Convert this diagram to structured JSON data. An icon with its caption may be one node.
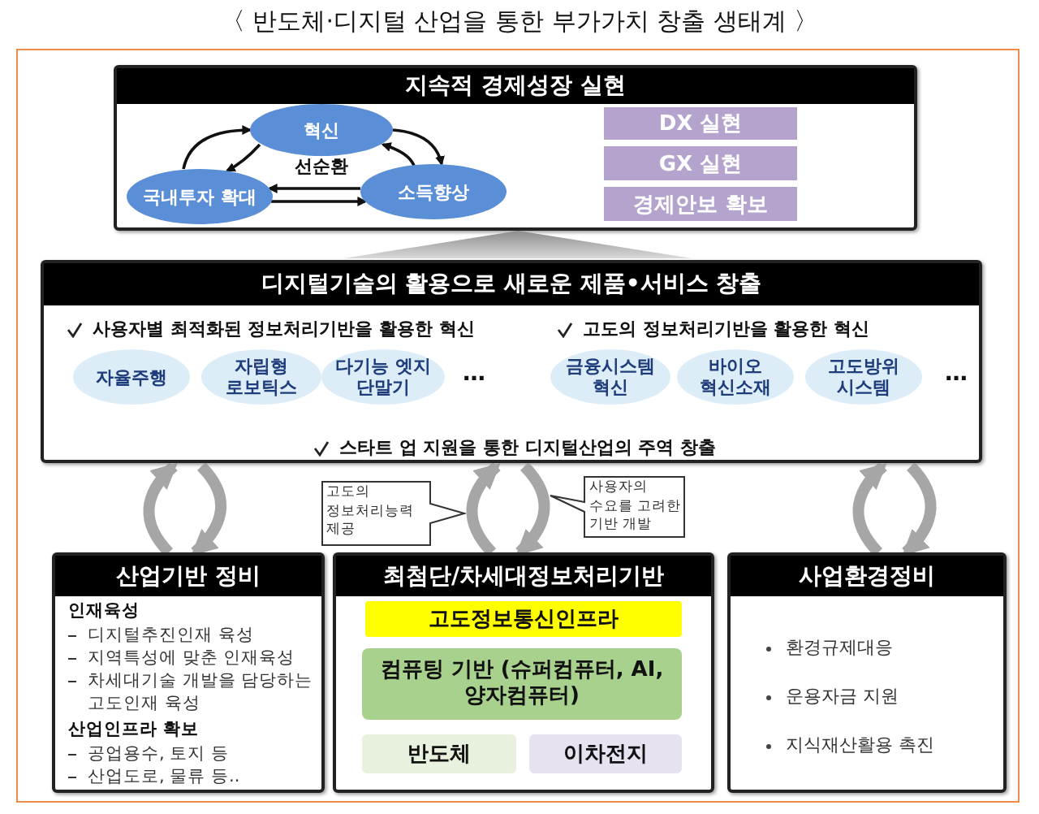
{
  "diagram": {
    "title": "〈 반도체·디지털 산업을 통한 부가가치 창출 생태계 〉",
    "nodes": [
      {
        "text": [
          "지속적 경제성장 실현"
        ]
      },
      {
        "text": [
          "혁신"
        ],
        "in": 0
      },
      {
        "text": [
          "국내투자 확대"
        ],
        "in": 0
      },
      {
        "text": [
          "소득향상"
        ],
        "in": 0
      },
      {
        "text": [
          "DX 실현"
        ],
        "in": 0
      },
      {
        "text": [
          "GX 실현"
        ],
        "in": 0
      },
      {
        "text": [
          "경제안보 확보"
        ],
        "in": 0
      },
      {
        "text": [
          "디지털기술의 활용으로 새로운 제품•서비스 창출",
          "사용자별 최적화된 정보처리기반을 활용한 혁신",
          "고도의 정보처리기반을 활용한 혁신",
          "스타트 업 지원을 통한 디지털산업의 주역 창출"
        ]
      },
      {
        "text": [
          "자율주행"
        ],
        "in": 7
      },
      {
        "text": [
          "자립형 로보틱스"
        ],
        "in": 7
      },
      {
        "text": [
          "다기능 엣지 단말기"
        ],
        "in": 7
      },
      {
        "text": [
          "금융시스템 혁신"
        ],
        "in": 7
      },
      {
        "text": [
          "바이오 혁신소재"
        ],
        "in": 7
      },
      {
        "text": [
          "고도방위 시스템"
        ],
        "in": 7
      },
      {
        "text": [
          "산업기반 정비",
          "인재육성",
          "디지털추진인재 육성",
          "지역특성에 맞춘 인재육성",
          "차세대기술 개발을 담당하는 고도인재 육성",
          "산업인프라 확보",
          "공업용수, 토지 등",
          "산업도로, 물류 등.."
        ]
      },
      {
        "text": [
          "최첨단/차세대정보처리기반"
        ]
      },
      {
        "text": [
          "고도정보통신인프라"
        ],
        "in": 15
      },
      {
        "text": [
          "컴퓨팅 기반 (슈퍼컴퓨터, AI, 양자컴퓨터)"
        ],
        "in": 15
      },
      {
        "text": [
          "반도체"
        ],
        "in": 15
      },
      {
        "text": [
          "이차전지"
        ],
        "in": 15
      },
      {
        "text": [
          "사업환경정비",
          "환경규제대응",
          "운용자금 지원",
          "지식재산활용 촉진"
        ]
      },
      {
        "text": [
          "고도의 정보처리능력 제공"
        ]
      },
      {
        "text": [
          "사용자의 수요를 고려한 기반 개발"
        ]
      },
      {
        "text": [],
        "shape": "triangle"
      }
    ],
    "edges": [
      {
        "from": 2,
        "to": 1,
        "arrow": "to"
      },
      {
        "from": 1,
        "to": 2,
        "arrow": "to"
      },
      {
        "from": 1,
        "to": 3,
        "arrow": "to"
      },
      {
        "from": 3,
        "to": 1,
        "arrow": "to"
      },
      {
        "from": 3,
        "to": 2,
        "arrow": "to"
      },
      {
        "from": 2,
        "to": 3,
        "arrow": "to"
      },
      {
        "from": 14,
        "to": 7,
        "arrow": "to",
        "style": "thick",
        "color": "#a6a6a6"
      },
      {
        "from": 7,
        "to": 14,
        "arrow": "to",
        "style": "thick",
        "color": "#a6a6a6"
      },
      {
        "from": 15,
        "to": 7,
        "arrow": "to",
        "style": "thick",
        "color": "#a6a6a6"
      },
      {
        "from": 7,
        "to": 15,
        "arrow": "to",
        "style": "thick",
        "color": "#a6a6a6"
      },
      {
        "from": 20,
        "to": 7,
        "arrow": "to",
        "style": "thick",
        "color": "#a6a6a6"
      },
      {
        "from": 7,
        "to": 20,
        "arrow": "to",
        "style": "thick",
        "color": "#a6a6a6"
      }
    ],
    "labels": [
      "선순환",
      "…",
      "…"
    ]
  }
}
